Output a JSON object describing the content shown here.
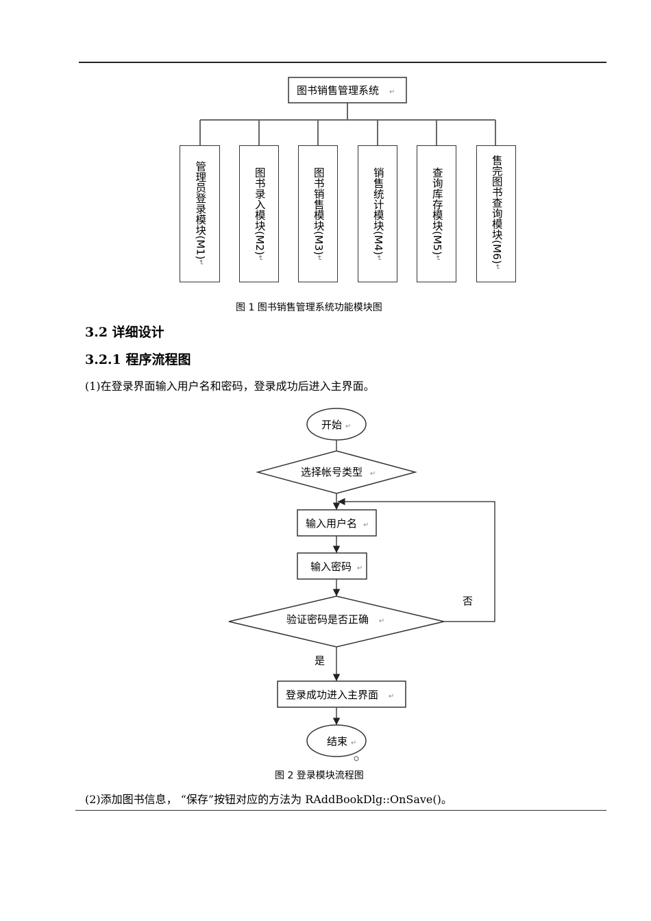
{
  "figure1": {
    "root": "图书销售管理系统",
    "modules": [
      "管理员登录模块(M1)",
      "图书录入模块(M2)",
      "图书销售模块(M3)",
      "销售统计模块(M4)",
      "查询库存模块(M5)",
      "售完图书查询模块(M6)"
    ],
    "caption": "图 1 图书销售管理系统功能模块图"
  },
  "section": {
    "heading_3_2": "3.2 详细设计",
    "heading_3_2_1": "3.2.1 程序流程图",
    "para1": "(1)在登录界面输入用户名和密码，登录成功后进入主界面。",
    "para2": "(2)添加图书信息，  “保存”按钮对应的方法为 RAddBookDlg::OnSave()。"
  },
  "figure2": {
    "start": "开始",
    "select_type": "选择帐号类型",
    "input_user": "输入用户名",
    "input_pwd": "输入密码",
    "verify": "验证密码是否正确",
    "no_label": "否",
    "yes_label": "是",
    "success": "登录成功进入主界面",
    "end": "结束",
    "caption": "图 2 登录模块流程图"
  },
  "para_mark": "↵"
}
